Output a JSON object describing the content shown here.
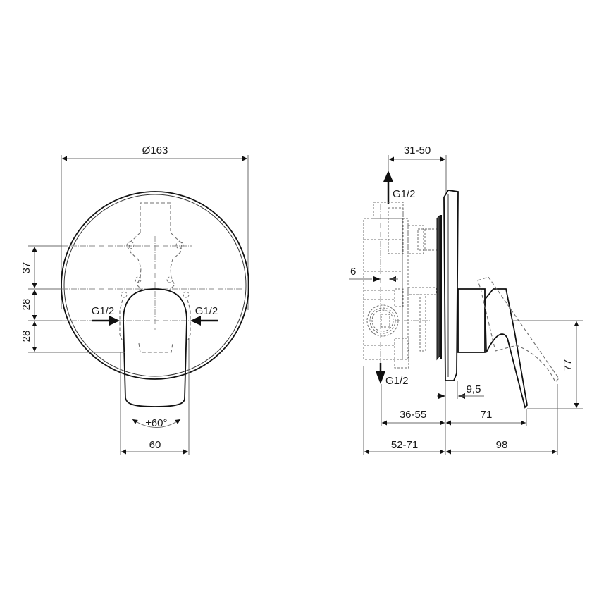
{
  "drawing": {
    "front_view": {
      "diameter_label": "Ø163",
      "vertical_dims": [
        "37",
        "28",
        "28"
      ],
      "inlet_left_label": "G1/2",
      "inlet_right_label": "G1/2",
      "rotation_label": "±60°",
      "lever_width_label": "60"
    },
    "side_view": {
      "top_dim_label": "31-50",
      "top_outlet_label": "G1/2",
      "bottom_outlet_label": "G1/2",
      "offset_label": "6",
      "plate_thickness_label": "9,5",
      "lever_height_label": "77",
      "depth_inner_label": "36-55",
      "lever_projection_label": "71",
      "depth_total_label": "52-71",
      "total_projection_label": "98"
    },
    "colors": {
      "line": "#111111",
      "dimension": "#6b6b6b",
      "background": "#ffffff"
    }
  }
}
